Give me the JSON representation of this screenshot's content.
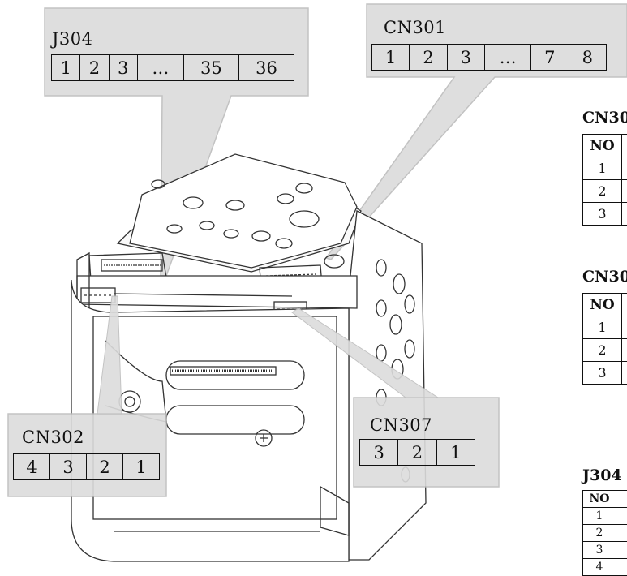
{
  "callouts": {
    "j304": {
      "title": "J304",
      "pins": [
        "1",
        "2",
        "3",
        "…",
        "35",
        "36"
      ]
    },
    "cn301": {
      "title": "CN301",
      "pins": [
        "1",
        "2",
        "3",
        "…",
        "7",
        "8"
      ]
    },
    "cn302": {
      "title": "CN302",
      "pins": [
        "4",
        "3",
        "2",
        "1"
      ]
    },
    "cn307": {
      "title": "CN307",
      "pins": [
        "3",
        "2",
        "1"
      ]
    }
  },
  "side_tables": [
    {
      "label": "CN30",
      "header": "NO",
      "rows": [
        "1",
        "2",
        "3"
      ]
    },
    {
      "label": "CN30",
      "header": "NO",
      "rows": [
        "1",
        "2",
        "3"
      ]
    },
    {
      "label": "J304",
      "label_suffix": " (",
      "header": "NO",
      "rows": [
        "1",
        "2",
        "3",
        "4"
      ]
    }
  ],
  "colors": {
    "callout_fill": "#dcdcdc",
    "callout_stroke": "#b8b8b8",
    "line": "#555555"
  }
}
